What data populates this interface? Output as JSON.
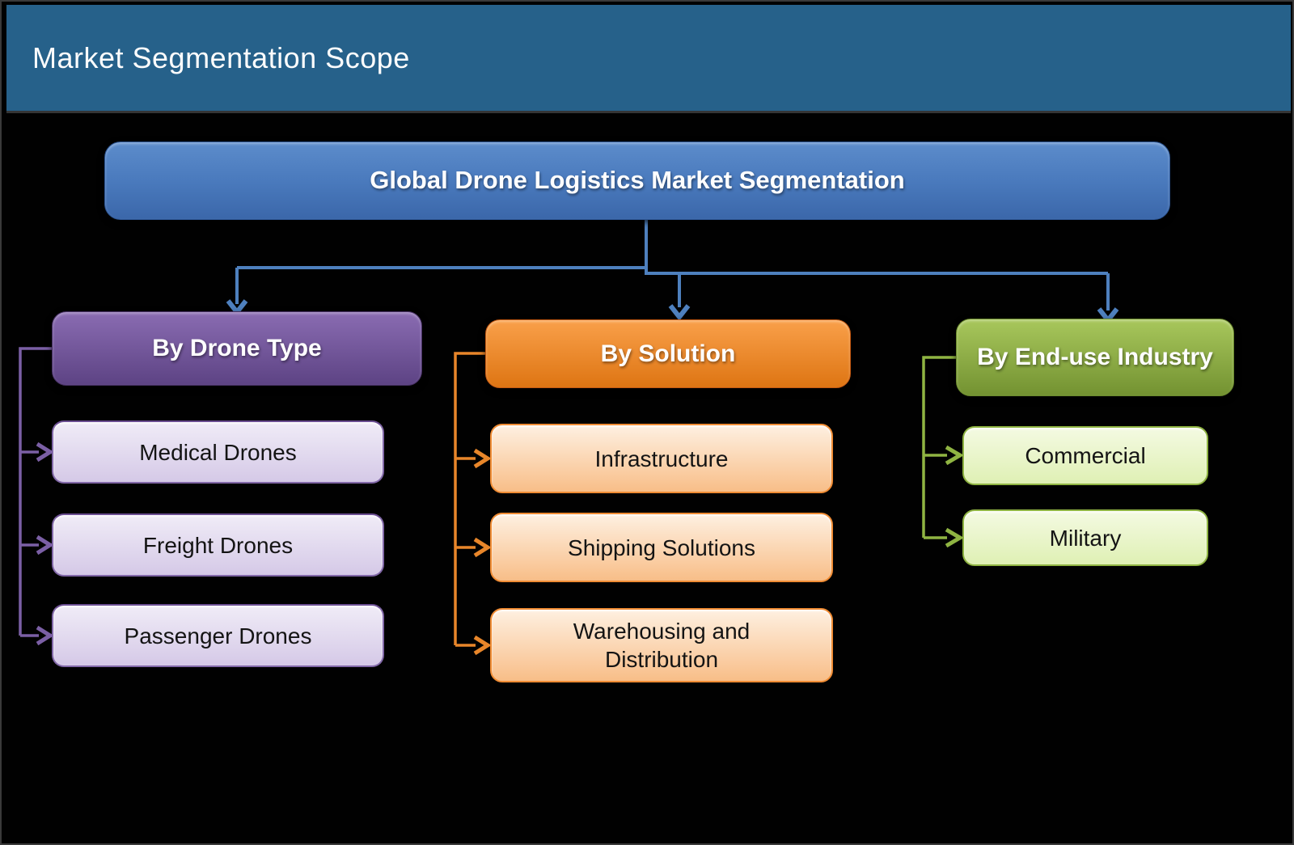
{
  "titlebar": {
    "title": "Market Segmentation Scope"
  },
  "root": {
    "label": "Global Drone Logistics Market Segmentation"
  },
  "branches": [
    {
      "label": "By Drone Type",
      "children": [
        "Medical Drones",
        "Freight Drones",
        "Passenger Drones"
      ]
    },
    {
      "label": "By Solution",
      "children": [
        "Infrastructure",
        "Shipping Solutions",
        "Warehousing and Distribution"
      ]
    },
    {
      "label": "By End-use Industry",
      "children": [
        "Commercial",
        "Military"
      ]
    }
  ],
  "colors": {
    "titlebar-bg": "#26618A",
    "root-top": "#5C8CCB",
    "root-mid": "#4A7ABD",
    "root-bottom": "#3B67AA",
    "connector-blue": "#4E80BE",
    "purple-top": "#8A6CB2",
    "purple-bottom": "#5D4384",
    "purple-line": "#7B5FA5",
    "purple-child-top": "#F0ECF7",
    "purple-child-bottom": "#D5C9E7",
    "purple-child-border": "#8268A8",
    "orange-top": "#F9A04A",
    "orange-bottom": "#DE7513",
    "orange-line": "#E8862A",
    "orange-child-top": "#FEF0E1",
    "orange-child-bottom": "#F8BE88",
    "orange-child-border": "#F08C34",
    "green-top": "#A8C75C",
    "green-bottom": "#739231",
    "green-line": "#8FB442",
    "green-child-top": "#F4FAE2",
    "green-child-bottom": "#DFF0B4",
    "green-child-border": "#8FB442"
  }
}
